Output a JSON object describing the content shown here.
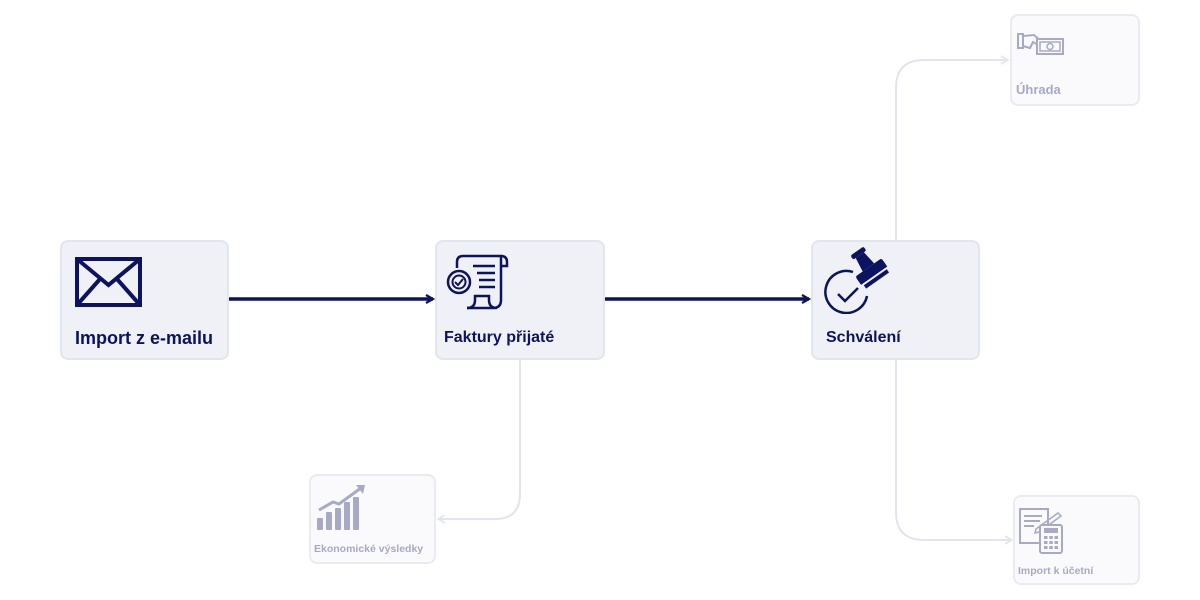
{
  "nodes": {
    "import_email": {
      "label": "Import z e-mailu",
      "icon": "envelope-icon"
    },
    "faktury": {
      "label": "Faktury přijaté",
      "icon": "invoice-scroll-icon"
    },
    "schvaleni": {
      "label": "Schválení",
      "icon": "approval-stamp-icon"
    },
    "uhrada": {
      "label": "Úhrada",
      "icon": "payment-hand-icon"
    },
    "ekonomicke": {
      "label": "Ekonomické výsledky",
      "icon": "bar-chart-growth-icon"
    },
    "import_ucetni": {
      "label": "Import k účetní",
      "icon": "calculator-document-icon"
    }
  },
  "colors": {
    "primary": "#0c1360",
    "faded": "#a7a9c7",
    "node_bg": "#f0f1f7",
    "connector": "#e3e5ee"
  }
}
